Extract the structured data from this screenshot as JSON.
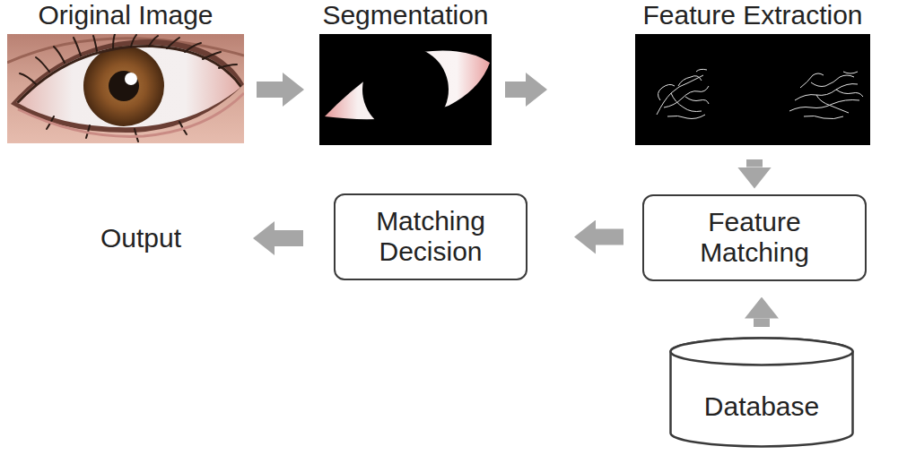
{
  "diagram": {
    "nodes": [
      {
        "text": [
          "Original Image"
        ]
      },
      {
        "text": [
          "Segmentation"
        ]
      },
      {
        "text": [
          "Feature Extraction"
        ]
      },
      {
        "text": [
          "Feature Matching"
        ]
      },
      {
        "text": [
          "Database"
        ]
      },
      {
        "text": [
          "Matching Decision"
        ]
      },
      {
        "text": [
          "Output"
        ]
      }
    ],
    "edges": [
      {
        "from": 0,
        "to": 1,
        "arrow": "to"
      },
      {
        "from": 1,
        "to": 2,
        "arrow": "to"
      },
      {
        "from": 2,
        "to": 3,
        "arrow": "to"
      },
      {
        "from": 4,
        "to": 3,
        "arrow": "to"
      },
      {
        "from": 3,
        "to": 5,
        "arrow": "to"
      },
      {
        "from": 5,
        "to": 6,
        "arrow": "to"
      }
    ]
  }
}
